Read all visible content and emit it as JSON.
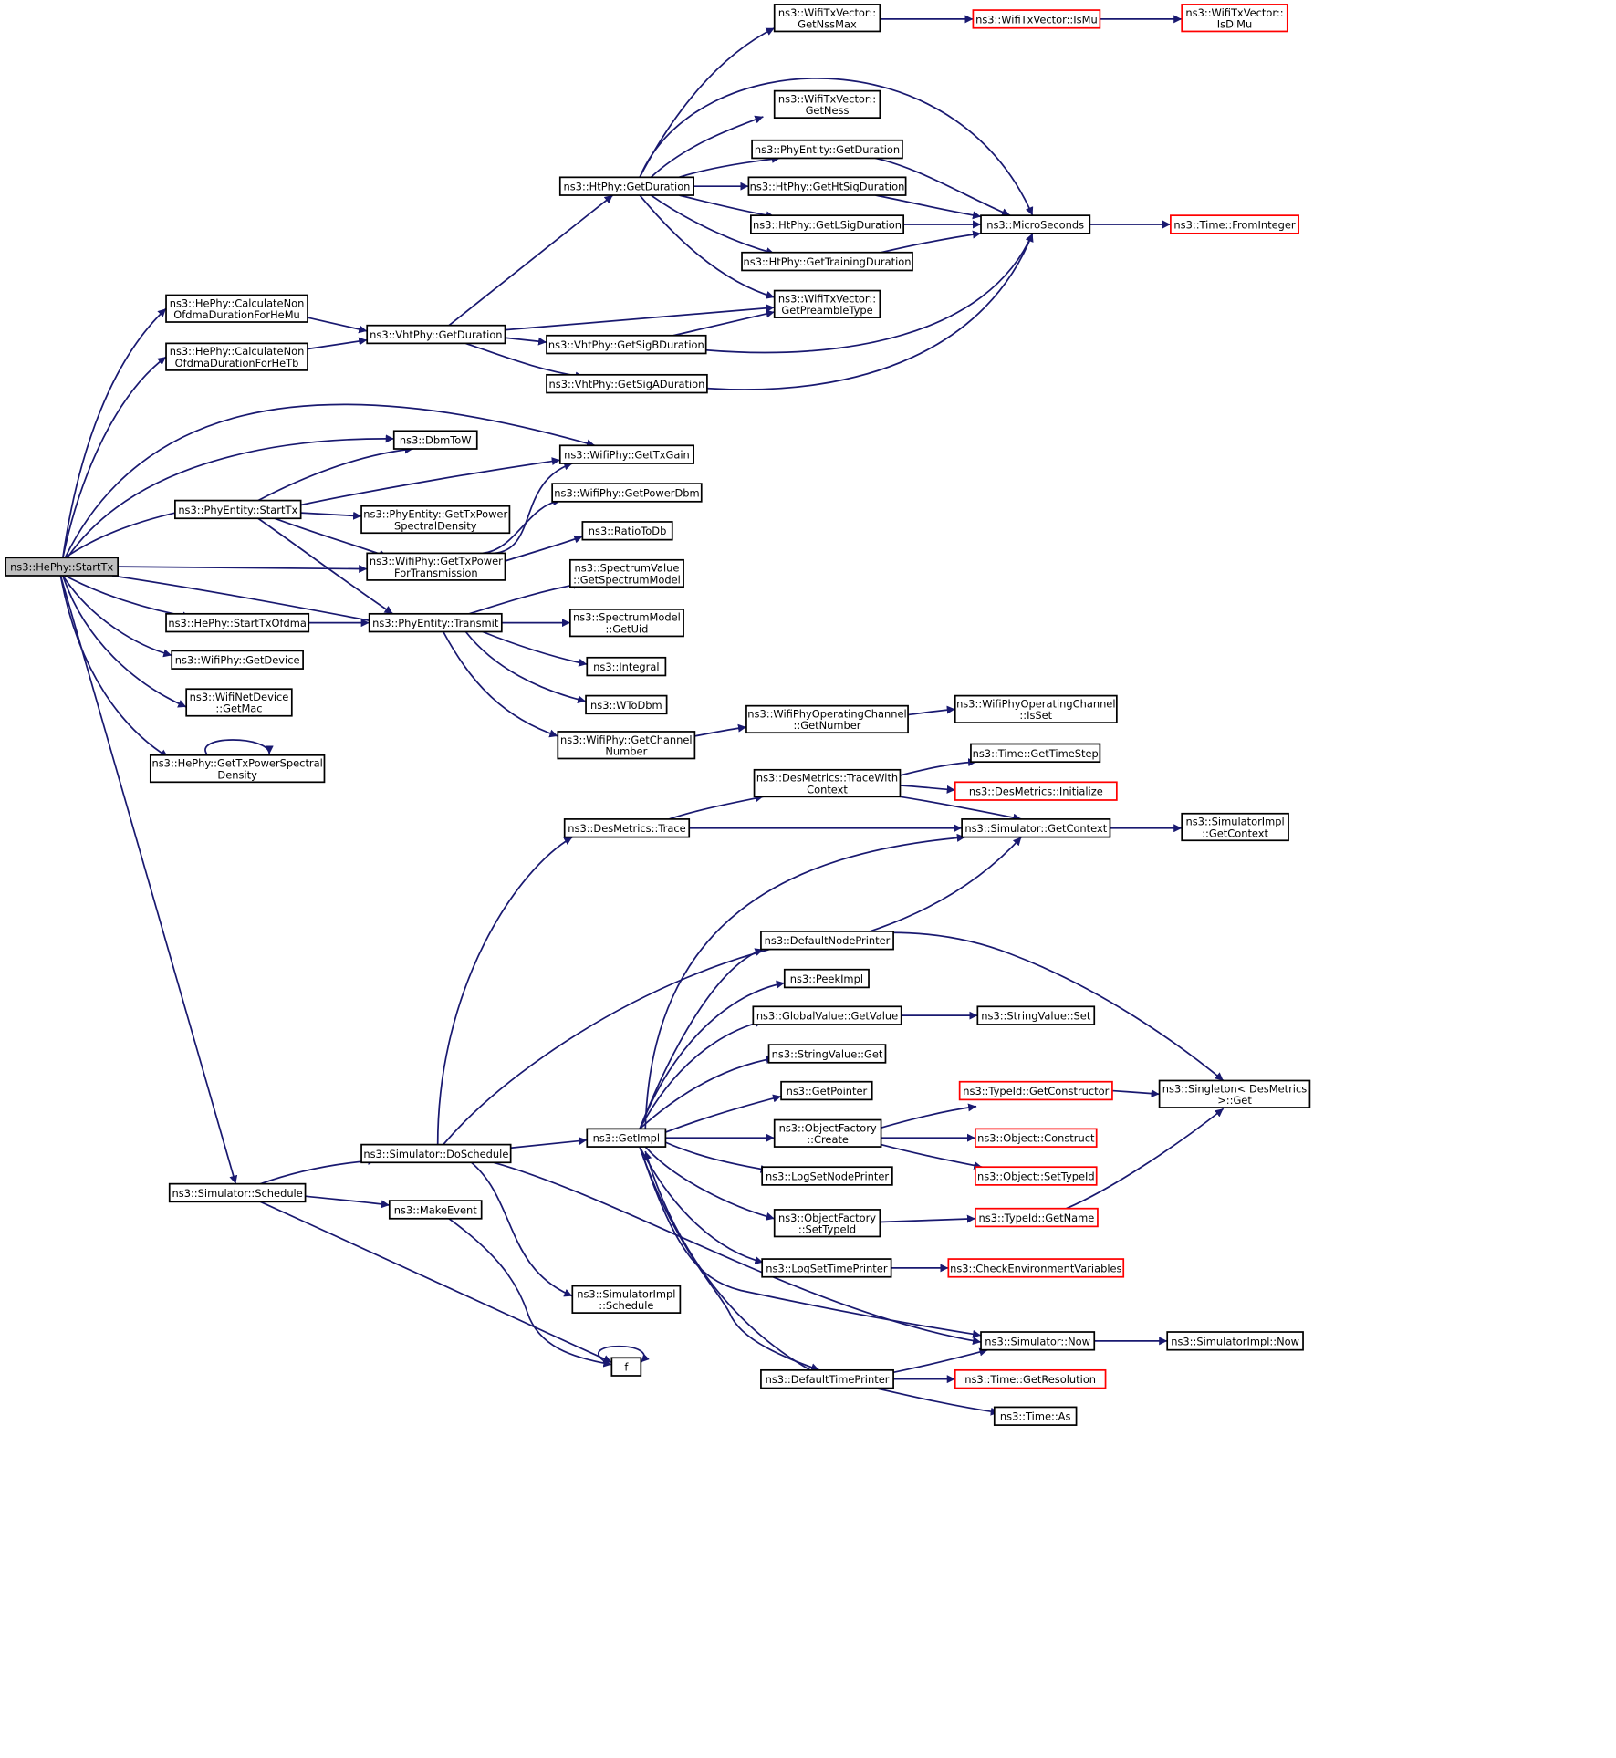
{
  "nodes": [
    {
      "id": "hephy_starttx",
      "lines": [
        "ns3::HePhy::StartTx"
      ],
      "border": "black",
      "root": true
    },
    {
      "id": "hephy_calc_hemu",
      "lines": [
        "ns3::HePhy::CalculateNon",
        "OfdmaDurationForHeMu"
      ],
      "border": "black"
    },
    {
      "id": "hephy_calc_hetb",
      "lines": [
        "ns3::HePhy::CalculateNon",
        "OfdmaDurationForHeTb"
      ],
      "border": "black"
    },
    {
      "id": "vhtphy_getduration",
      "lines": [
        "ns3::VhtPhy::GetDuration"
      ],
      "border": "black"
    },
    {
      "id": "htphy_getduration",
      "lines": [
        "ns3::HtPhy::GetDuration"
      ],
      "border": "black"
    },
    {
      "id": "wtv_getnssmax",
      "lines": [
        "ns3::WifiTxVector::",
        "GetNssMax"
      ],
      "border": "black"
    },
    {
      "id": "wtv_ismu",
      "lines": [
        "ns3::WifiTxVector::IsMu"
      ],
      "border": "red"
    },
    {
      "id": "wtv_isdlmu",
      "lines": [
        "ns3::WifiTxVector::",
        "IsDlMu"
      ],
      "border": "red"
    },
    {
      "id": "wtv_getness",
      "lines": [
        "ns3::WifiTxVector::",
        "GetNess"
      ],
      "border": "black"
    },
    {
      "id": "phyentity_getduration",
      "lines": [
        "ns3::PhyEntity::GetDuration"
      ],
      "border": "black"
    },
    {
      "id": "htphy_gethtsigduration",
      "lines": [
        "ns3::HtPhy::GetHtSigDuration"
      ],
      "border": "black"
    },
    {
      "id": "htphy_getlsigduration",
      "lines": [
        "ns3::HtPhy::GetLSigDuration"
      ],
      "border": "black"
    },
    {
      "id": "htphy_gettrainingduration",
      "lines": [
        "ns3::HtPhy::GetTrainingDuration"
      ],
      "border": "black"
    },
    {
      "id": "microseconds",
      "lines": [
        "ns3::MicroSeconds"
      ],
      "border": "black"
    },
    {
      "id": "time_frominteger",
      "lines": [
        "ns3::Time::FromInteger"
      ],
      "border": "red"
    },
    {
      "id": "wtv_getpreambletype",
      "lines": [
        "ns3::WifiTxVector::",
        "GetPreambleType"
      ],
      "border": "black"
    },
    {
      "id": "vhtphy_getsigbduration",
      "lines": [
        "ns3::VhtPhy::GetSigBDuration"
      ],
      "border": "black"
    },
    {
      "id": "vhtphy_getsigaduration",
      "lines": [
        "ns3::VhtPhy::GetSigADuration"
      ],
      "border": "black"
    },
    {
      "id": "dbmtow",
      "lines": [
        "ns3::DbmToW"
      ],
      "border": "black"
    },
    {
      "id": "wifiphy_gettxgain",
      "lines": [
        "ns3::WifiPhy::GetTxGain"
      ],
      "border": "black"
    },
    {
      "id": "phyentity_starttx",
      "lines": [
        "ns3::PhyEntity::StartTx"
      ],
      "border": "black"
    },
    {
      "id": "wifiphy_getpowerdbm",
      "lines": [
        "ns3::WifiPhy::GetPowerDbm"
      ],
      "border": "black"
    },
    {
      "id": "phyentity_gettxpowersd",
      "lines": [
        "ns3::PhyEntity::GetTxPower",
        "SpectralDensity"
      ],
      "border": "black"
    },
    {
      "id": "ratiotodb",
      "lines": [
        "ns3::RatioToDb"
      ],
      "border": "black"
    },
    {
      "id": "wifiphy_gettxpowerfortx",
      "lines": [
        "ns3::WifiPhy::GetTxPower",
        "ForTransmission"
      ],
      "border": "black"
    },
    {
      "id": "sv_getspectrummodel",
      "lines": [
        "ns3::SpectrumValue",
        "::GetSpectrumModel"
      ],
      "border": "black"
    },
    {
      "id": "hephy_starttxofdma",
      "lines": [
        "ns3::HePhy::StartTxOfdma"
      ],
      "border": "black"
    },
    {
      "id": "phyentity_transmit",
      "lines": [
        "ns3::PhyEntity::Transmit"
      ],
      "border": "black"
    },
    {
      "id": "sm_getuid",
      "lines": [
        "ns3::SpectrumModel",
        "::GetUid"
      ],
      "border": "black"
    },
    {
      "id": "wifiphy_getdevice",
      "lines": [
        "ns3::WifiPhy::GetDevice"
      ],
      "border": "black"
    },
    {
      "id": "integral",
      "lines": [
        "ns3::Integral"
      ],
      "border": "black"
    },
    {
      "id": "wifinetdevice_getmac",
      "lines": [
        "ns3::WifiNetDevice",
        "::GetMac"
      ],
      "border": "black"
    },
    {
      "id": "wtodbm",
      "lines": [
        "ns3::WToDbm"
      ],
      "border": "black"
    },
    {
      "id": "wpoc_getnumber",
      "lines": [
        "ns3::WifiPhyOperatingChannel",
        "::GetNumber"
      ],
      "border": "black"
    },
    {
      "id": "wpoc_isset",
      "lines": [
        "ns3::WifiPhyOperatingChannel",
        "::IsSet"
      ],
      "border": "black"
    },
    {
      "id": "wifiphy_getchannelnumber",
      "lines": [
        "ns3::WifiPhy::GetChannel",
        "Number"
      ],
      "border": "black"
    },
    {
      "id": "hephy_gettxpowersd",
      "lines": [
        "ns3::HePhy::GetTxPowerSpectral",
        "Density"
      ],
      "border": "black"
    },
    {
      "id": "time_gettimestep",
      "lines": [
        "ns3::Time::GetTimeStep"
      ],
      "border": "black"
    },
    {
      "id": "desmetrics_tracewithcontext",
      "lines": [
        "ns3::DesMetrics::TraceWith",
        "Context"
      ],
      "border": "black"
    },
    {
      "id": "desmetrics_initialize",
      "lines": [
        "ns3::DesMetrics::Initialize"
      ],
      "border": "red"
    },
    {
      "id": "desmetrics_trace",
      "lines": [
        "ns3::DesMetrics::Trace"
      ],
      "border": "black"
    },
    {
      "id": "simulator_getcontext",
      "lines": [
        "ns3::Simulator::GetContext"
      ],
      "border": "black"
    },
    {
      "id": "simimpl_getcontext",
      "lines": [
        "ns3::SimulatorImpl",
        "::GetContext"
      ],
      "border": "black"
    },
    {
      "id": "defaultnodeprinter",
      "lines": [
        "ns3::DefaultNodePrinter"
      ],
      "border": "black"
    },
    {
      "id": "peekimpl",
      "lines": [
        "ns3::PeekImpl"
      ],
      "border": "black"
    },
    {
      "id": "globalvalue_getvalue",
      "lines": [
        "ns3::GlobalValue::GetValue"
      ],
      "border": "black"
    },
    {
      "id": "stringvalue_set",
      "lines": [
        "ns3::StringValue::Set"
      ],
      "border": "black"
    },
    {
      "id": "stringvalue_get",
      "lines": [
        "ns3::StringValue::Get"
      ],
      "border": "black"
    },
    {
      "id": "getpointer",
      "lines": [
        "ns3::GetPointer"
      ],
      "border": "black"
    },
    {
      "id": "typeid_getconstructor",
      "lines": [
        "ns3::TypeId::GetConstructor"
      ],
      "border": "red"
    },
    {
      "id": "singleton_get",
      "lines": [
        "ns3::Singleton< DesMetrics",
        " >::Get"
      ],
      "border": "black"
    },
    {
      "id": "simulator_doschedule",
      "lines": [
        "ns3::Simulator::DoSchedule"
      ],
      "border": "black"
    },
    {
      "id": "getimpl",
      "lines": [
        "ns3::GetImpl"
      ],
      "border": "black"
    },
    {
      "id": "objectfactory_create",
      "lines": [
        "ns3::ObjectFactory",
        "::Create"
      ],
      "border": "black"
    },
    {
      "id": "object_construct",
      "lines": [
        "ns3::Object::Construct"
      ],
      "border": "red"
    },
    {
      "id": "logsetnodeprinter",
      "lines": [
        "ns3::LogSetNodePrinter"
      ],
      "border": "black"
    },
    {
      "id": "object_settypeid",
      "lines": [
        "ns3::Object::SetTypeId"
      ],
      "border": "red"
    },
    {
      "id": "simulator_schedule",
      "lines": [
        "ns3::Simulator::Schedule"
      ],
      "border": "black"
    },
    {
      "id": "makeevent",
      "lines": [
        "ns3::MakeEvent"
      ],
      "border": "black"
    },
    {
      "id": "objectfactory_settypeid",
      "lines": [
        "ns3::ObjectFactory",
        "::SetTypeId"
      ],
      "border": "black"
    },
    {
      "id": "typeid_getname",
      "lines": [
        "ns3::TypeId::GetName"
      ],
      "border": "red"
    },
    {
      "id": "logsettimeprinter",
      "lines": [
        "ns3::LogSetTimePrinter"
      ],
      "border": "black"
    },
    {
      "id": "checkenvironmentvariables",
      "lines": [
        "ns3::CheckEnvironmentVariables"
      ],
      "border": "red"
    },
    {
      "id": "simimpl_schedule",
      "lines": [
        "ns3::SimulatorImpl",
        "::Schedule"
      ],
      "border": "black"
    },
    {
      "id": "simulator_now",
      "lines": [
        "ns3::Simulator::Now"
      ],
      "border": "black"
    },
    {
      "id": "simimpl_now",
      "lines": [
        "ns3::SimulatorImpl::Now"
      ],
      "border": "black"
    },
    {
      "id": "f",
      "lines": [
        "f"
      ],
      "border": "black"
    },
    {
      "id": "defaulttimeprinter",
      "lines": [
        "ns3::DefaultTimePrinter"
      ],
      "border": "black"
    },
    {
      "id": "time_getresolution",
      "lines": [
        "ns3::Time::GetResolution"
      ],
      "border": "red"
    },
    {
      "id": "time_as",
      "lines": [
        "ns3::Time::As"
      ],
      "border": "black"
    }
  ],
  "edges": [
    [
      "hephy_starttx",
      "hephy_calc_hemu"
    ],
    [
      "hephy_starttx",
      "hephy_calc_hetb"
    ],
    [
      "hephy_starttx",
      "wifiphy_gettxgain"
    ],
    [
      "hephy_starttx",
      "dbmtow"
    ],
    [
      "hephy_starttx",
      "phyentity_starttx"
    ],
    [
      "hephy_starttx",
      "wifiphy_gettxpowerfortx"
    ],
    [
      "hephy_starttx",
      "phyentity_transmit"
    ],
    [
      "hephy_starttx",
      "hephy_starttxofdma"
    ],
    [
      "hephy_starttx",
      "wifiphy_getdevice"
    ],
    [
      "hephy_starttx",
      "wifinetdevice_getmac"
    ],
    [
      "hephy_starttx",
      "hephy_gettxpowersd"
    ],
    [
      "hephy_starttx",
      "simulator_schedule"
    ],
    [
      "hephy_calc_hemu",
      "vhtphy_getduration"
    ],
    [
      "hephy_calc_hetb",
      "vhtphy_getduration"
    ],
    [
      "vhtphy_getduration",
      "htphy_getduration"
    ],
    [
      "vhtphy_getduration",
      "wtv_getpreambletype"
    ],
    [
      "vhtphy_getduration",
      "vhtphy_getsigbduration"
    ],
    [
      "vhtphy_getduration",
      "vhtphy_getsigaduration"
    ],
    [
      "htphy_getduration",
      "wtv_getnssmax"
    ],
    [
      "htphy_getduration",
      "microseconds"
    ],
    [
      "htphy_getduration",
      "wtv_getness"
    ],
    [
      "htphy_getduration",
      "phyentity_getduration"
    ],
    [
      "htphy_getduration",
      "htphy_gethtsigduration"
    ],
    [
      "htphy_getduration",
      "htphy_getlsigduration"
    ],
    [
      "htphy_getduration",
      "htphy_gettrainingduration"
    ],
    [
      "htphy_getduration",
      "wtv_getpreambletype"
    ],
    [
      "wtv_getnssmax",
      "wtv_ismu"
    ],
    [
      "wtv_ismu",
      "wtv_isdlmu"
    ],
    [
      "phyentity_getduration",
      "microseconds"
    ],
    [
      "htphy_gethtsigduration",
      "microseconds"
    ],
    [
      "htphy_getlsigduration",
      "microseconds"
    ],
    [
      "htphy_gettrainingduration",
      "microseconds"
    ],
    [
      "microseconds",
      "time_frominteger"
    ],
    [
      "vhtphy_getsigbduration",
      "wtv_getpreambletype"
    ],
    [
      "vhtphy_getsigbduration",
      "microseconds"
    ],
    [
      "vhtphy_getsigaduration",
      "microseconds"
    ],
    [
      "phyentity_starttx",
      "dbmtow"
    ],
    [
      "phyentity_starttx",
      "wifiphy_gettxgain"
    ],
    [
      "phyentity_starttx",
      "phyentity_gettxpowersd"
    ],
    [
      "phyentity_starttx",
      "wifiphy_gettxpowerfortx"
    ],
    [
      "phyentity_starttx",
      "phyentity_transmit"
    ],
    [
      "wifiphy_gettxpowerfortx",
      "wifiphy_gettxgain"
    ],
    [
      "wifiphy_gettxpowerfortx",
      "wifiphy_getpowerdbm"
    ],
    [
      "wifiphy_gettxpowerfortx",
      "ratiotodb"
    ],
    [
      "hephy_starttxofdma",
      "phyentity_transmit"
    ],
    [
      "phyentity_transmit",
      "sv_getspectrummodel"
    ],
    [
      "phyentity_transmit",
      "sm_getuid"
    ],
    [
      "phyentity_transmit",
      "integral"
    ],
    [
      "phyentity_transmit",
      "wtodbm"
    ],
    [
      "phyentity_transmit",
      "wifiphy_getchannelnumber"
    ],
    [
      "wifiphy_getchannelnumber",
      "wpoc_getnumber"
    ],
    [
      "wpoc_getnumber",
      "wpoc_isset"
    ],
    [
      "hephy_gettxpowersd",
      "hephy_gettxpowersd"
    ],
    [
      "simulator_schedule",
      "simulator_doschedule"
    ],
    [
      "simulator_schedule",
      "makeevent"
    ],
    [
      "simulator_schedule",
      "f"
    ],
    [
      "simulator_doschedule",
      "desmetrics_trace"
    ],
    [
      "simulator_doschedule",
      "singleton_get"
    ],
    [
      "simulator_doschedule",
      "getimpl"
    ],
    [
      "simulator_doschedule",
      "simimpl_schedule"
    ],
    [
      "simulator_doschedule",
      "simulator_now"
    ],
    [
      "desmetrics_trace",
      "desmetrics_tracewithcontext"
    ],
    [
      "desmetrics_trace",
      "simulator_getcontext"
    ],
    [
      "desmetrics_tracewithcontext",
      "time_gettimestep"
    ],
    [
      "desmetrics_tracewithcontext",
      "desmetrics_initialize"
    ],
    [
      "desmetrics_tracewithcontext",
      "simulator_getcontext"
    ],
    [
      "simulator_getcontext",
      "simimpl_getcontext"
    ],
    [
      "getimpl",
      "simulator_getcontext"
    ],
    [
      "getimpl",
      "defaultnodeprinter"
    ],
    [
      "getimpl",
      "peekimpl"
    ],
    [
      "getimpl",
      "globalvalue_getvalue"
    ],
    [
      "getimpl",
      "stringvalue_get"
    ],
    [
      "getimpl",
      "getpointer"
    ],
    [
      "getimpl",
      "objectfactory_create"
    ],
    [
      "getimpl",
      "logsetnodeprinter"
    ],
    [
      "getimpl",
      "objectfactory_settypeid"
    ],
    [
      "getimpl",
      "logsettimeprinter"
    ],
    [
      "getimpl",
      "simulator_now"
    ],
    [
      "getimpl",
      "defaulttimeprinter"
    ],
    [
      "defaultnodeprinter",
      "simulator_getcontext"
    ],
    [
      "globalvalue_getvalue",
      "stringvalue_set"
    ],
    [
      "objectfactory_create",
      "typeid_getconstructor"
    ],
    [
      "objectfactory_create",
      "object_construct"
    ],
    [
      "objectfactory_create",
      "object_settypeid"
    ],
    [
      "typeid_getconstructor",
      "singleton_get"
    ],
    [
      "objectfactory_settypeid",
      "typeid_getname"
    ],
    [
      "typeid_getname",
      "singleton_get"
    ],
    [
      "logsettimeprinter",
      "checkenvironmentvariables"
    ],
    [
      "makeevent",
      "f"
    ],
    [
      "f",
      "f"
    ],
    [
      "simulator_now",
      "simimpl_now"
    ],
    [
      "defaulttimeprinter",
      "getimpl"
    ],
    [
      "defaulttimeprinter",
      "simulator_now"
    ],
    [
      "defaulttimeprinter",
      "time_getresolution"
    ],
    [
      "defaulttimeprinter",
      "time_as"
    ]
  ]
}
